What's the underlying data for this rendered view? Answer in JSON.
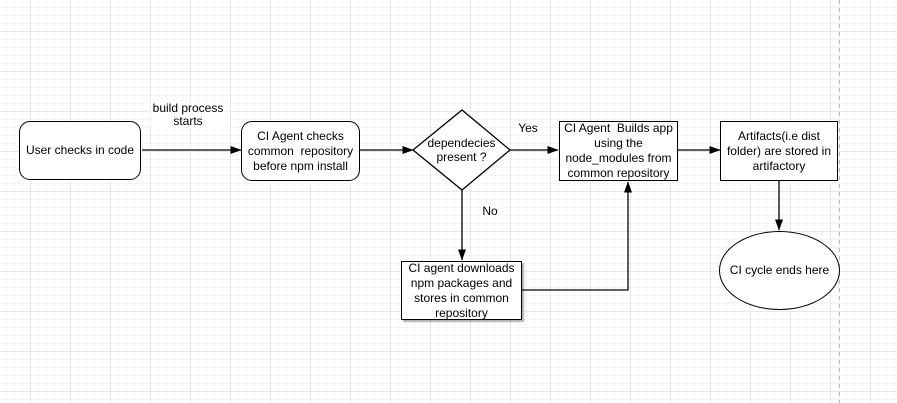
{
  "colors": {
    "shape_stroke": "#000000",
    "shape_fill": "#ffffff",
    "grid_minor": "#f5f3f3",
    "grid_major": "#e8e8e8",
    "page_boundary_line": "#b9b9b9"
  },
  "nodes": {
    "user_checks_in": {
      "shape": "rounded-rectangle",
      "label": "User checks in code"
    },
    "ci_agent_checks": {
      "shape": "rounded-rectangle",
      "label": "CI Agent checks\ncommon  repository\nbefore npm install"
    },
    "dependencies_present": {
      "shape": "diamond",
      "label": "dependecies\npresent ?"
    },
    "ci_agent_builds": {
      "shape": "rectangle",
      "label": "CI Agent  Builds app\nusing the\nnode_modules from\ncommon repository"
    },
    "artifacts_stored": {
      "shape": "rectangle",
      "label": "Artifacts(i.e dist\nfolder) are stored in\nartifactory"
    },
    "ci_agent_downloads": {
      "shape": "rectangle",
      "label": "CI agent downloads\nnpm packages and\nstores in common\nrepository"
    },
    "ci_cycle_ends": {
      "shape": "ellipse",
      "label": "CI cycle ends here"
    }
  },
  "edge_labels": {
    "build_process": "build process\nstarts",
    "yes": "Yes",
    "no": "No"
  }
}
